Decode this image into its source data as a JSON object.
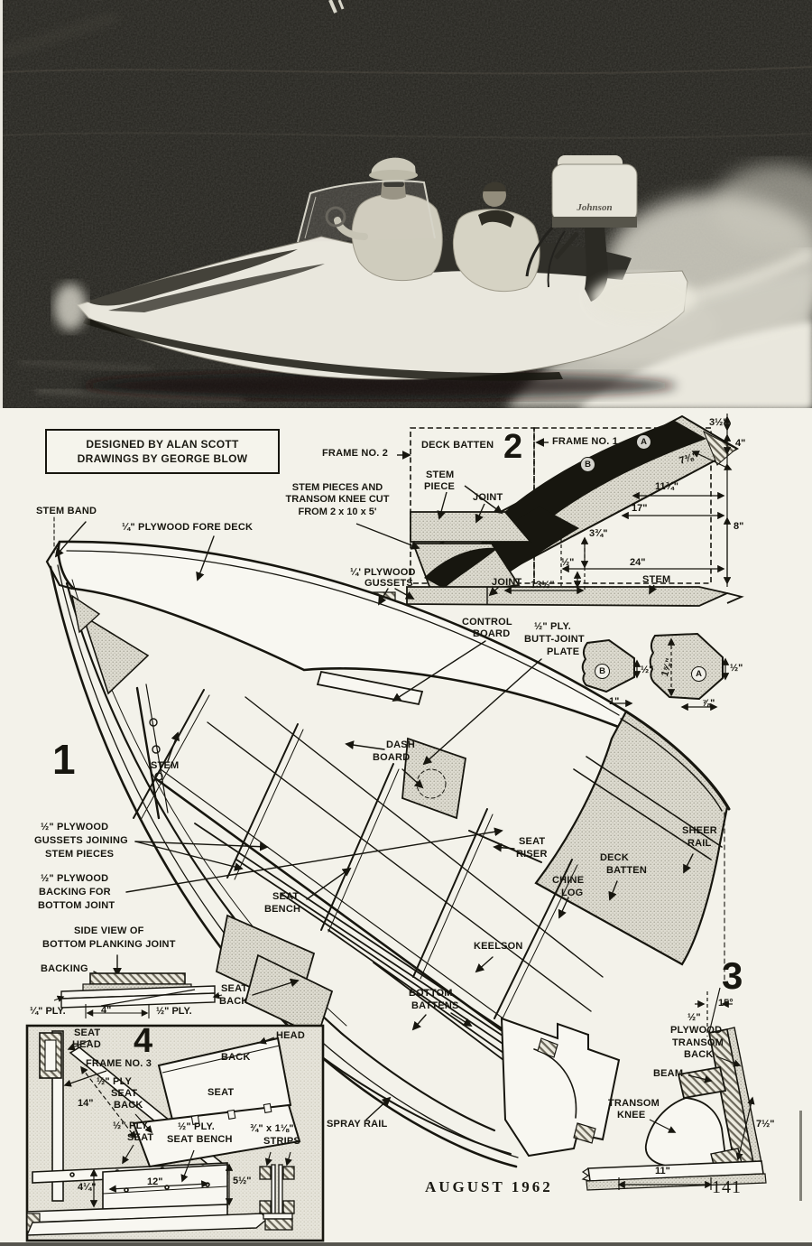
{
  "photo": {
    "motor_brand": "Johnson"
  },
  "credits": {
    "line1": "DESIGNED BY ALAN SCOTT",
    "line2": "DRAWINGS BY GEORGE BLOW"
  },
  "fig2": {
    "num": "2",
    "frame_no_2": "FRAME NO. 2",
    "deck_batten": "DECK BATTEN",
    "frame_no_1": "FRAME NO. 1",
    "circle_a": "A",
    "circle_b": "B",
    "note_line1": "STEM PIECES AND",
    "note_line2": "TRANSOM KNEE CUT",
    "note_line3": "FROM 2 x 10 x 5'",
    "stem_piece_line1": "STEM",
    "stem_piece_line2": "PIECE",
    "joint_upper": "JOINT",
    "joint_lower": "JOINT",
    "stem": "STEM",
    "dim_3_5": "3½\"",
    "dim_4": "4\"",
    "dim_7_38": "7⅜\"",
    "dim_11_34": "11¾\"",
    "dim_17": "17\"",
    "dim_8": "8\"",
    "dim_3_34": "3¾\"",
    "dim_half": "½\"",
    "dim_24": "24\"",
    "dim_13_5": "13½\""
  },
  "fig1": {
    "num": "1",
    "stem_band": "STEM BAND",
    "fore_deck": "¼\" PLYWOOD FORE DECK",
    "gussets_line1": "¼' PLYWOOD",
    "gussets_line2": "GUSSETS",
    "control_line1": "CONTROL",
    "control_line2": "BOARD",
    "butt_line1": "½\" PLY.",
    "butt_line2": "BUTT-JOINT",
    "butt_line3": "PLATE",
    "stem": "STEM",
    "dash_line1": "DASH",
    "dash_line2": "BOARD",
    "gj_line1": "½\" PLYWOOD",
    "gj_line2": "GUSSETS JOINING",
    "gj_line3": "STEM PIECES",
    "bk_line1": "½\" PLYWOOD",
    "bk_line2": "BACKING FOR",
    "bk_line3": "BOTTOM JOINT",
    "sv_line1": "SIDE VIEW OF",
    "sv_line2": "BOTTOM PLANKING JOINT",
    "backing": "BACKING",
    "quarter_ply": "¼\" PLY.",
    "dim_4": "4\"",
    "half_ply": "½\" PLY.",
    "seat_bench_line1": "SEAT",
    "seat_bench_line2": "BENCH",
    "seat_back_line1": "SEAT",
    "seat_back_line2": "BACK",
    "seat_riser_line1": "SEAT",
    "seat_riser_line2": "RISER",
    "chine_log_line1": "CHINE",
    "chine_log_line2": "LOG",
    "deck_batten_line1": "DECK",
    "deck_batten_line2": "BATTEN",
    "sheer_rail_line1": "SHEER",
    "sheer_rail_line2": "RAIL",
    "keelson": "KEELSON",
    "bottom_battens_line1": "BOTTOM",
    "bottom_battens_line2": "BATTENS",
    "spray_rail": "SPRAY RAIL"
  },
  "plates": {
    "circle_b": "B",
    "circle_a": "A",
    "dim_half_b": "½\"",
    "dim_1": "1\"",
    "dim_1_58": "1⅝\"",
    "dim_half_a": "½\"",
    "dim_78": "⅞\""
  },
  "fig3": {
    "num": "3",
    "dim_15": "15°",
    "tb_line1": "½\"",
    "tb_line2": "PLYWOOD",
    "tb_line3": "TRANSOM",
    "tb_line4": "BACK",
    "beam": "BEAM",
    "knee_line1": "TRANSOM",
    "knee_line2": "KNEE",
    "dim_7_5": "7½\"",
    "dim_11": "11\""
  },
  "fig4": {
    "num": "4",
    "seat_head_line1": "SEAT",
    "seat_head_line2": "HEAD",
    "head": "HEAD",
    "back": "BACK",
    "seat": "SEAT",
    "frame_no_3": "FRAME NO. 3",
    "spsb_line1": "½\" PLY",
    "spsb_line2": "SEAT",
    "spsb_line3": "BACK",
    "dim_14": "14\"",
    "sps_line1": "½\" PLY.",
    "sps_line2": "SEAT",
    "bench_line1": "½\" PLY.",
    "bench_line2": "SEAT BENCH",
    "strips_line1": "¾\" x 1⅛\"",
    "strips_line2": "STRIPS",
    "dim_4_14": "4¼\"",
    "dim_12": "12\"",
    "dim_5_5": "5½\""
  },
  "footer": {
    "date": "AUGUST 1962",
    "page": "141"
  }
}
